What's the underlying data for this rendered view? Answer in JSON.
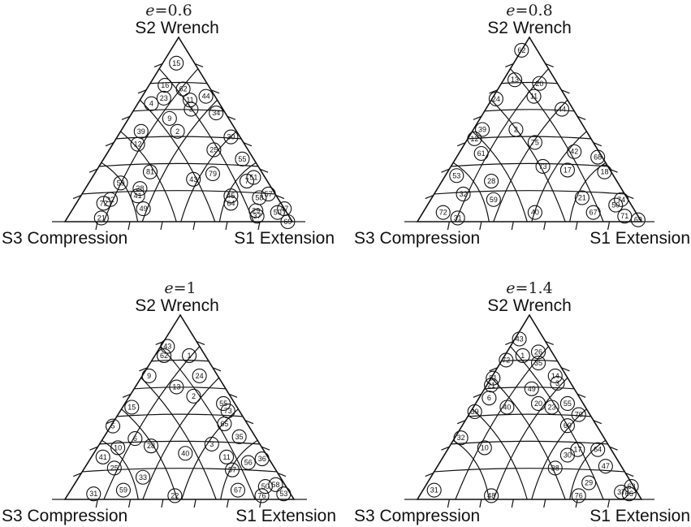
{
  "chart_data": [
    {
      "type": "scatter",
      "title": "e=0.6",
      "title_var": "e",
      "title_val": "=0.6",
      "vertices": {
        "top": "S2 Wrench",
        "left": "S3 Compression",
        "right": "S1 Extension"
      },
      "points": [
        {
          "id": "15",
          "s3": 0.08,
          "s2": 0.86
        },
        {
          "id": "16",
          "s3": 0.19,
          "s2": 0.74
        },
        {
          "id": "62",
          "s3": 0.12,
          "s2": 0.72
        },
        {
          "id": "23",
          "s3": 0.23,
          "s2": 0.67
        },
        {
          "id": "4",
          "s3": 0.3,
          "s2": 0.64
        },
        {
          "id": "11",
          "s3": 0.12,
          "s2": 0.66
        },
        {
          "id": "44",
          "s3": 0.04,
          "s2": 0.68
        },
        {
          "id": "3",
          "s3": 0.14,
          "s2": 0.61
        },
        {
          "id": "9",
          "s3": 0.26,
          "s2": 0.56
        },
        {
          "id": "34",
          "s3": 0.04,
          "s2": 0.59
        },
        {
          "id": "39",
          "s3": 0.42,
          "s2": 0.49
        },
        {
          "id": "2",
          "s3": 0.26,
          "s2": 0.49
        },
        {
          "id": "12",
          "s3": 0.47,
          "s2": 0.42
        },
        {
          "id": "30",
          "s3": 0.04,
          "s2": 0.46
        },
        {
          "id": "25",
          "s3": 0.15,
          "s2": 0.39
        },
        {
          "id": "55",
          "s3": 0.05,
          "s2": 0.34
        },
        {
          "id": "81",
          "s3": 0.49,
          "s2": 0.27
        },
        {
          "id": "43",
          "s3": 0.32,
          "s2": 0.23
        },
        {
          "id": "79",
          "s3": 0.22,
          "s2": 0.26
        },
        {
          "id": "59",
          "s3": 0.65,
          "s2": 0.21
        },
        {
          "id": "28",
          "s3": 0.58,
          "s2": 0.18
        },
        {
          "id": "41",
          "s3": 0.61,
          "s2": 0.14
        },
        {
          "id": "32",
          "s3": 0.74,
          "s2": 0.12
        },
        {
          "id": "72",
          "s3": 0.78,
          "s2": 0.1
        },
        {
          "id": "49",
          "s3": 0.62,
          "s2": 0.07
        },
        {
          "id": "21",
          "s3": 0.83,
          "s2": 0.02
        },
        {
          "id": "64",
          "s3": 0.22,
          "s2": 0.1
        },
        {
          "id": "58",
          "s3": 0.08,
          "s2": 0.13
        },
        {
          "id": "57",
          "s3": 0.03,
          "s2": 0.15
        },
        {
          "id": "51",
          "s3": 0.05,
          "s2": 0.24
        },
        {
          "id": "29",
          "s3": 0.13,
          "s2": 0.06
        },
        {
          "id": "37",
          "s3": 0.14,
          "s2": 0.03
        },
        {
          "id": "50",
          "s3": 0.04,
          "s2": 0.05
        },
        {
          "id": "47",
          "s3": 0.0,
          "s2": 0.07
        },
        {
          "id": "69",
          "s3": 0.02,
          "s2": 0.0
        },
        {
          "id": "7",
          "s3": 0.09,
          "s2": 0.22
        },
        {
          "id": "45",
          "s3": 0.2,
          "s2": 0.14
        }
      ]
    },
    {
      "type": "scatter",
      "title": "e=0.8",
      "title_var": "e",
      "title_val": "=0.8",
      "vertices": {
        "top": "S2 Wrench",
        "left": "S3 Compression",
        "right": "S1 Extension"
      },
      "points": [
        {
          "id": "62",
          "s3": 0.07,
          "s2": 0.93
        },
        {
          "id": "13",
          "s3": 0.18,
          "s2": 0.77
        },
        {
          "id": "20",
          "s3": 0.08,
          "s2": 0.75
        },
        {
          "id": "24",
          "s3": 0.33,
          "s2": 0.69
        },
        {
          "id": "11",
          "s3": 0.14,
          "s2": 0.68
        },
        {
          "id": "44",
          "s3": 0.05,
          "s2": 0.61
        },
        {
          "id": "39",
          "s3": 0.46,
          "s2": 0.5
        },
        {
          "id": "12",
          "s3": 0.52,
          "s2": 0.45
        },
        {
          "id": "2",
          "s3": 0.31,
          "s2": 0.5
        },
        {
          "id": "75",
          "s3": 0.26,
          "s2": 0.43
        },
        {
          "id": "61",
          "s3": 0.53,
          "s2": 0.37
        },
        {
          "id": "53",
          "s3": 0.7,
          "s2": 0.25
        },
        {
          "id": "42",
          "s3": 0.11,
          "s2": 0.38
        },
        {
          "id": "73",
          "s3": 0.29,
          "s2": 0.3
        },
        {
          "id": "17",
          "s3": 0.19,
          "s2": 0.28
        },
        {
          "id": "68",
          "s3": 0.02,
          "s2": 0.35
        },
        {
          "id": "18",
          "s3": 0.03,
          "s2": 0.27
        },
        {
          "id": "28",
          "s3": 0.56,
          "s2": 0.22
        },
        {
          "id": "32",
          "s3": 0.72,
          "s2": 0.15
        },
        {
          "id": "59",
          "s3": 0.6,
          "s2": 0.12
        },
        {
          "id": "72",
          "s3": 0.86,
          "s2": 0.05
        },
        {
          "id": "31",
          "s3": 0.81,
          "s2": 0.02
        },
        {
          "id": "40",
          "s3": 0.45,
          "s2": 0.05
        },
        {
          "id": "67",
          "s3": 0.19,
          "s2": 0.05
        },
        {
          "id": "21",
          "s3": 0.2,
          "s2": 0.13
        },
        {
          "id": "50",
          "s3": 0.07,
          "s2": 0.09
        },
        {
          "id": "74",
          "s3": 0.03,
          "s2": 0.12
        },
        {
          "id": "71",
          "s3": 0.06,
          "s2": 0.03
        },
        {
          "id": "69",
          "s3": 0.01,
          "s2": 0.01
        }
      ]
    },
    {
      "type": "scatter",
      "title": "e=1",
      "title_var": "e",
      "title_val": "=1",
      "vertices": {
        "top": "S2 Wrench",
        "left": "S3 Compression",
        "right": "S1 Extension"
      },
      "points": [
        {
          "id": "43",
          "s3": 0.14,
          "s2": 0.83
        },
        {
          "id": "62",
          "s3": 0.18,
          "s2": 0.78
        },
        {
          "id": "1",
          "s3": 0.07,
          "s2": 0.78
        },
        {
          "id": "9",
          "s3": 0.3,
          "s2": 0.67
        },
        {
          "id": "13",
          "s3": 0.21,
          "s2": 0.61
        },
        {
          "id": "24",
          "s3": 0.08,
          "s2": 0.67
        },
        {
          "id": "2",
          "s3": 0.16,
          "s2": 0.56
        },
        {
          "id": "55",
          "s3": 0.05,
          "s2": 0.52
        },
        {
          "id": "15",
          "s3": 0.46,
          "s2": 0.5
        },
        {
          "id": "73",
          "s3": 0.05,
          "s2": 0.48
        },
        {
          "id": "65",
          "s3": 0.1,
          "s2": 0.41
        },
        {
          "id": "5",
          "s3": 0.6,
          "s2": 0.41
        },
        {
          "id": "6",
          "s3": 0.53,
          "s2": 0.33
        },
        {
          "id": "28",
          "s3": 0.48,
          "s2": 0.29
        },
        {
          "id": "10",
          "s3": 0.63,
          "s2": 0.28
        },
        {
          "id": "41",
          "s3": 0.72,
          "s2": 0.23
        },
        {
          "id": "40",
          "s3": 0.35,
          "s2": 0.25
        },
        {
          "id": "3",
          "s3": 0.21,
          "s2": 0.3
        },
        {
          "id": "11",
          "s3": 0.18,
          "s2": 0.23
        },
        {
          "id": "35",
          "s3": 0.07,
          "s2": 0.34
        },
        {
          "id": "36",
          "s3": 0.03,
          "s2": 0.22
        },
        {
          "id": "56",
          "s3": 0.1,
          "s2": 0.2
        },
        {
          "id": "57",
          "s3": 0.19,
          "s2": 0.16
        },
        {
          "id": "25",
          "s3": 0.7,
          "s2": 0.17
        },
        {
          "id": "33",
          "s3": 0.6,
          "s2": 0.12
        },
        {
          "id": "31",
          "s3": 0.86,
          "s2": 0.03
        },
        {
          "id": "59",
          "s3": 0.72,
          "s2": 0.05
        },
        {
          "id": "22",
          "s3": 0.51,
          "s2": 0.02
        },
        {
          "id": "67",
          "s3": 0.22,
          "s2": 0.05
        },
        {
          "id": "76",
          "s3": 0.13,
          "s2": 0.02
        },
        {
          "id": "58",
          "s3": 0.04,
          "s2": 0.08
        },
        {
          "id": "53",
          "s3": 0.03,
          "s2": 0.03
        },
        {
          "id": "50",
          "s3": 0.09,
          "s2": 0.07
        }
      ]
    },
    {
      "type": "scatter",
      "title": "e=1.4",
      "title_var": "e",
      "title_val": "=1.4",
      "vertices": {
        "top": "S2 Wrench",
        "left": "S3 Compression",
        "right": "S1 Extension"
      },
      "points": [
        {
          "id": "43",
          "s3": 0.11,
          "s2": 0.87
        },
        {
          "id": "72",
          "s3": 0.24,
          "s2": 0.78
        },
        {
          "id": "1",
          "s3": 0.14,
          "s2": 0.78
        },
        {
          "id": "26",
          "s3": 0.06,
          "s2": 0.8
        },
        {
          "id": "35",
          "s3": 0.09,
          "s2": 0.74
        },
        {
          "id": "14",
          "s3": 0.05,
          "s2": 0.67
        },
        {
          "id": "3",
          "s3": 0.06,
          "s2": 0.63
        },
        {
          "id": "81",
          "s3": 0.34,
          "s2": 0.67
        },
        {
          "id": "21",
          "s3": 0.36,
          "s2": 0.62
        },
        {
          "id": "6",
          "s3": 0.44,
          "s2": 0.61
        },
        {
          "id": "49",
          "s3": 0.19,
          "s2": 0.6
        },
        {
          "id": "39",
          "s3": 0.52,
          "s2": 0.5
        },
        {
          "id": "40",
          "s3": 0.35,
          "s2": 0.5
        },
        {
          "id": "23",
          "s3": 0.15,
          "s2": 0.5
        },
        {
          "id": "55",
          "s3": 0.07,
          "s2": 0.52
        },
        {
          "id": "20",
          "s3": 0.2,
          "s2": 0.52
        },
        {
          "id": "70",
          "s3": 0.05,
          "s2": 0.46
        },
        {
          "id": "32",
          "s3": 0.66,
          "s2": 0.37
        },
        {
          "id": "60",
          "s3": 0.13,
          "s2": 0.4
        },
        {
          "id": "17",
          "s3": 0.15,
          "s2": 0.27
        },
        {
          "id": "30",
          "s3": 0.21,
          "s2": 0.24
        },
        {
          "id": "10",
          "s3": 0.56,
          "s2": 0.28
        },
        {
          "id": "38",
          "s3": 0.3,
          "s2": 0.17
        },
        {
          "id": "64",
          "s3": 0.06,
          "s2": 0.27
        },
        {
          "id": "47",
          "s3": 0.07,
          "s2": 0.18
        },
        {
          "id": "48",
          "s3": 0.66,
          "s2": 0.02
        },
        {
          "id": "76",
          "s3": 0.27,
          "s2": 0.02
        },
        {
          "id": "31",
          "s3": 0.9,
          "s2": 0.05
        },
        {
          "id": "29",
          "s3": 0.19,
          "s2": 0.09
        },
        {
          "id": "37",
          "s3": 0.07,
          "s2": 0.04
        },
        {
          "id": "66",
          "s3": 0.04,
          "s2": 0.03
        },
        {
          "id": "63",
          "s3": 0.01,
          "s2": 0.07
        }
      ]
    }
  ]
}
